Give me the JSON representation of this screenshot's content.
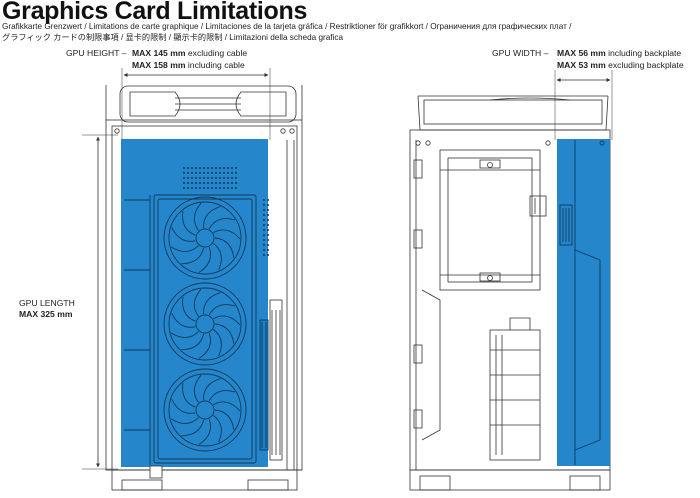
{
  "title": "Graphics Card Limitations",
  "subtitle_line1": "Grafikkarte Grenzwert / Limitations de carte graphique / Limitaciones de la tarjeta gráfica / Restriktioner för grafikkort / Ограничения для графических плат /",
  "subtitle_line2": "グラフィック カードの制限事項 / 显卡的限制 / 顯示卡的限制 / Limitazioni della scheda grafica",
  "height": {
    "label": "GPU HEIGHT",
    "dash": "–",
    "max1_value": "MAX 145 mm",
    "max1_note": "excluding cable",
    "max2_value": "MAX 158 mm",
    "max2_note": "including cable"
  },
  "width": {
    "label": "GPU WIDTH",
    "dash": "–",
    "max1_value": "MAX 56 mm",
    "max1_note": "including backplate",
    "max2_value": "MAX 53 mm",
    "max2_note": "excluding backplate"
  },
  "length": {
    "label": "GPU LENGTH",
    "value": "MAX 325 mm"
  },
  "colors": {
    "gpu_blue": "#1a7fc8",
    "line": "#333333"
  }
}
